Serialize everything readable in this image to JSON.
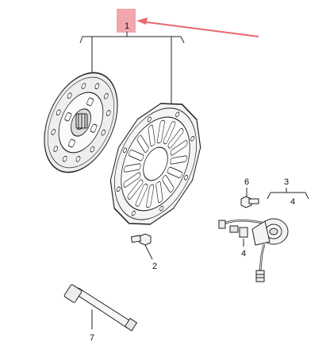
{
  "callouts": {
    "c1": "1",
    "c2": "2",
    "c3": "3",
    "c4a": "4",
    "c4b": "4",
    "c6": "6",
    "c7": "7"
  },
  "colors": {
    "highlight": "#f0a6ac",
    "arrow": "#e8686f",
    "line": "#222222",
    "part_fill": "#f4f4f4",
    "disc_fill": "#eeeeee"
  }
}
